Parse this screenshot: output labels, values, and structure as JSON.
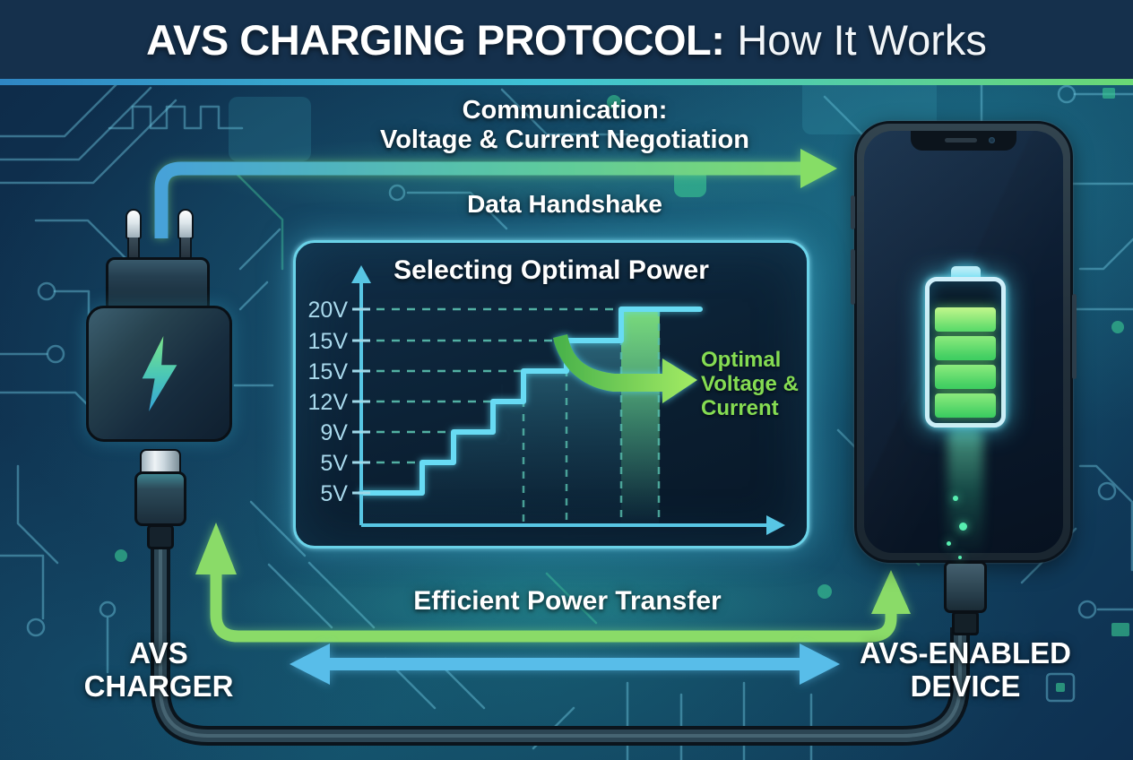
{
  "title_bar": {
    "main": "AVS CHARGING PROTOCOL:",
    "sub": "How It Works"
  },
  "top_flow": {
    "communication_line1": "Communication:",
    "communication_line2": "Voltage & Current Negotiation",
    "handshake": "Data Handshake"
  },
  "chart_data": {
    "type": "step-line",
    "title": "Selecting Optimal Power",
    "y_axis_labels_top_down": [
      "20V",
      "15V",
      "15V",
      "12V",
      "9V",
      "5V",
      "5V"
    ],
    "step_levels_bottom_up": [
      "5V",
      "5V",
      "9V",
      "12V",
      "15V",
      "15V",
      "20V"
    ],
    "highlighted_step": "20V",
    "annotation_lines": [
      "Optimal",
      "Voltage &",
      "Current"
    ],
    "xlabel": "",
    "ylabel": "",
    "grid": "dashed",
    "line_color": "#68DBF4",
    "highlight_color": "#7EE07A"
  },
  "bottom_flow": {
    "power_transfer": "Efficient Power Transfer"
  },
  "labels": {
    "charger_line1": "AVS",
    "charger_line2": "CHARGER",
    "device_line1": "AVS-ENABLED",
    "device_line2": "DEVICE"
  },
  "colors": {
    "accent_green": "#86DD66",
    "accent_blue": "#59BDE9",
    "accent_cyan": "#68DBF4",
    "panel_border": "#6AD2E8",
    "annotation_green": "#85DC52",
    "title_bar_bg": "#15304C"
  }
}
